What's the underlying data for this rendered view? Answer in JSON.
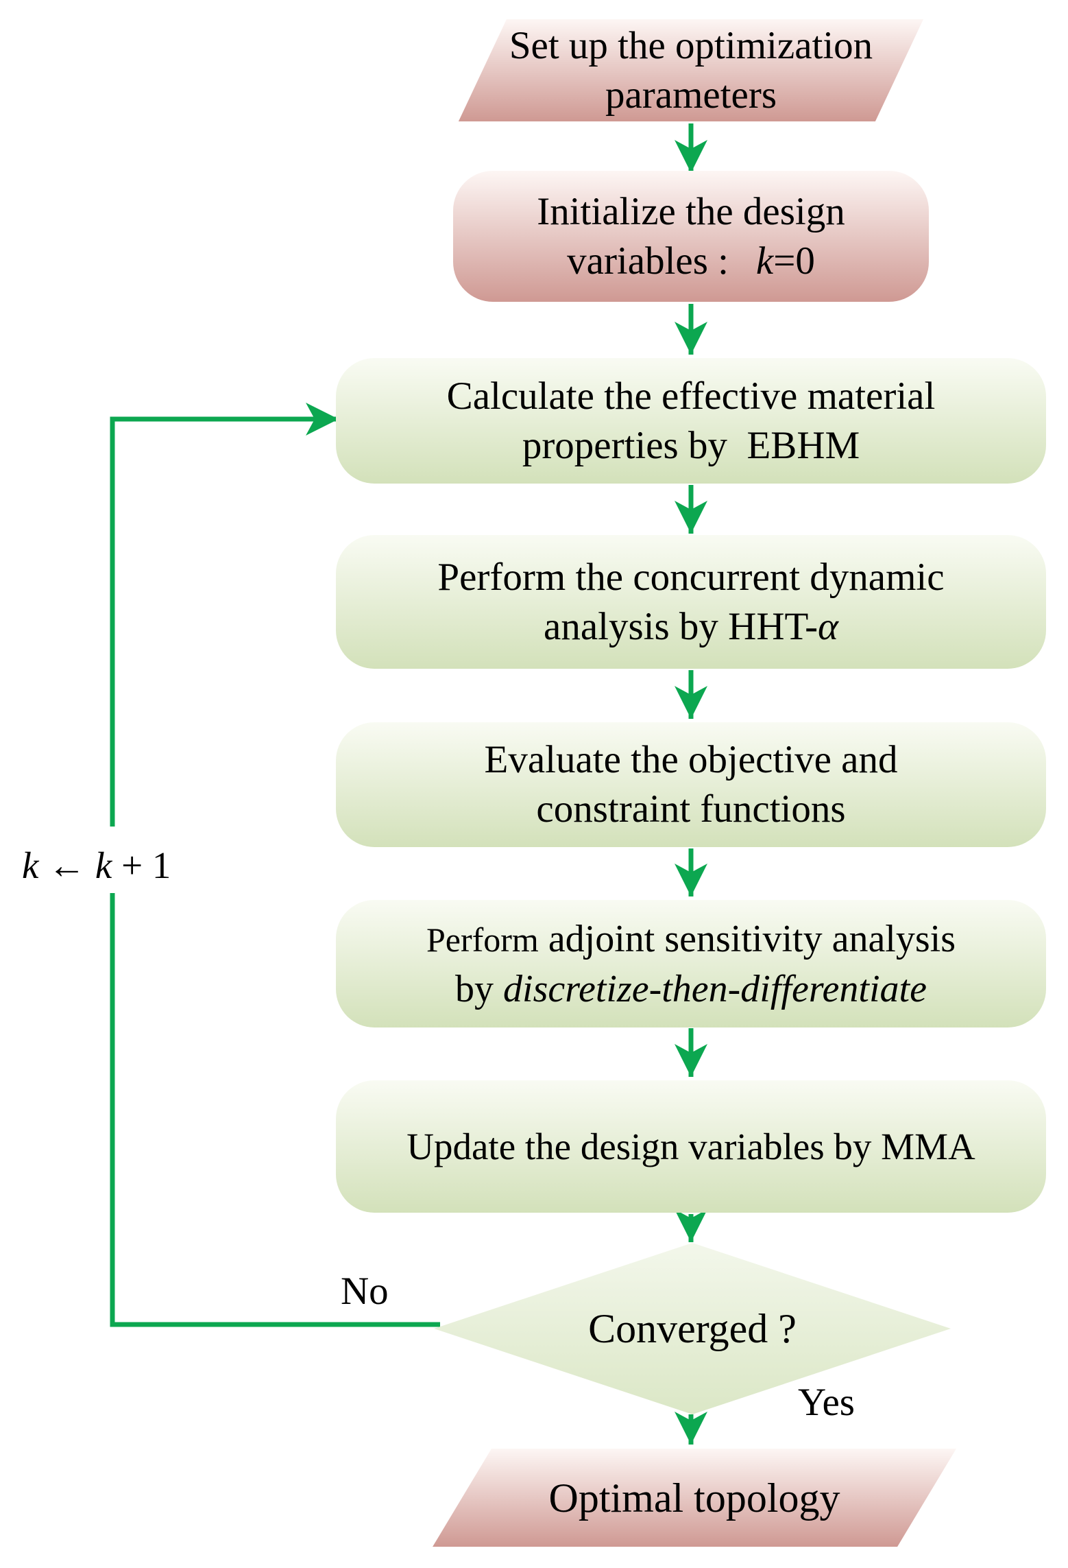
{
  "nodes": {
    "setup": {
      "line1": "Set up the optimization",
      "line2": "parameters"
    },
    "init": {
      "line1": "Initialize the design",
      "line2_pre": "variables : ",
      "line2_var": "k",
      "line2_post": "=0"
    },
    "ebhm": {
      "line1": "Calculate the effective material",
      "line2": "properties by  EBHM"
    },
    "hht": {
      "line1": "Perform the concurrent dynamic",
      "line2_pre": "analysis by HHT-",
      "line2_alpha": "α"
    },
    "evaluate": {
      "line1": "Evaluate the objective and",
      "line2": "constraint functions"
    },
    "adjoint": {
      "line1_small": "Perform",
      "line1_rest": " adjoint sensitivity analysis",
      "line2_pre": "by ",
      "line2_italic": "discretize-then-differentiate"
    },
    "update": {
      "line1": "Update the design variables by MMA"
    },
    "converged": {
      "label": "Converged ?"
    },
    "optimal": {
      "label": "Optimal topology"
    }
  },
  "labels": {
    "no": "No",
    "yes": "Yes",
    "k_left": "k",
    "k_arrow": " ← ",
    "k_right": "k",
    "k_plus": " + 1"
  },
  "colors": {
    "arrow_green": "#0ca750",
    "pink_light": "#fdf6f4",
    "pink_dark": "#cf9993",
    "green_light": "#f9fbf3",
    "green_dark": "#d3e1ba",
    "diamond_light": "#f3f7eb",
    "diamond_dark": "#dbe7c6"
  }
}
